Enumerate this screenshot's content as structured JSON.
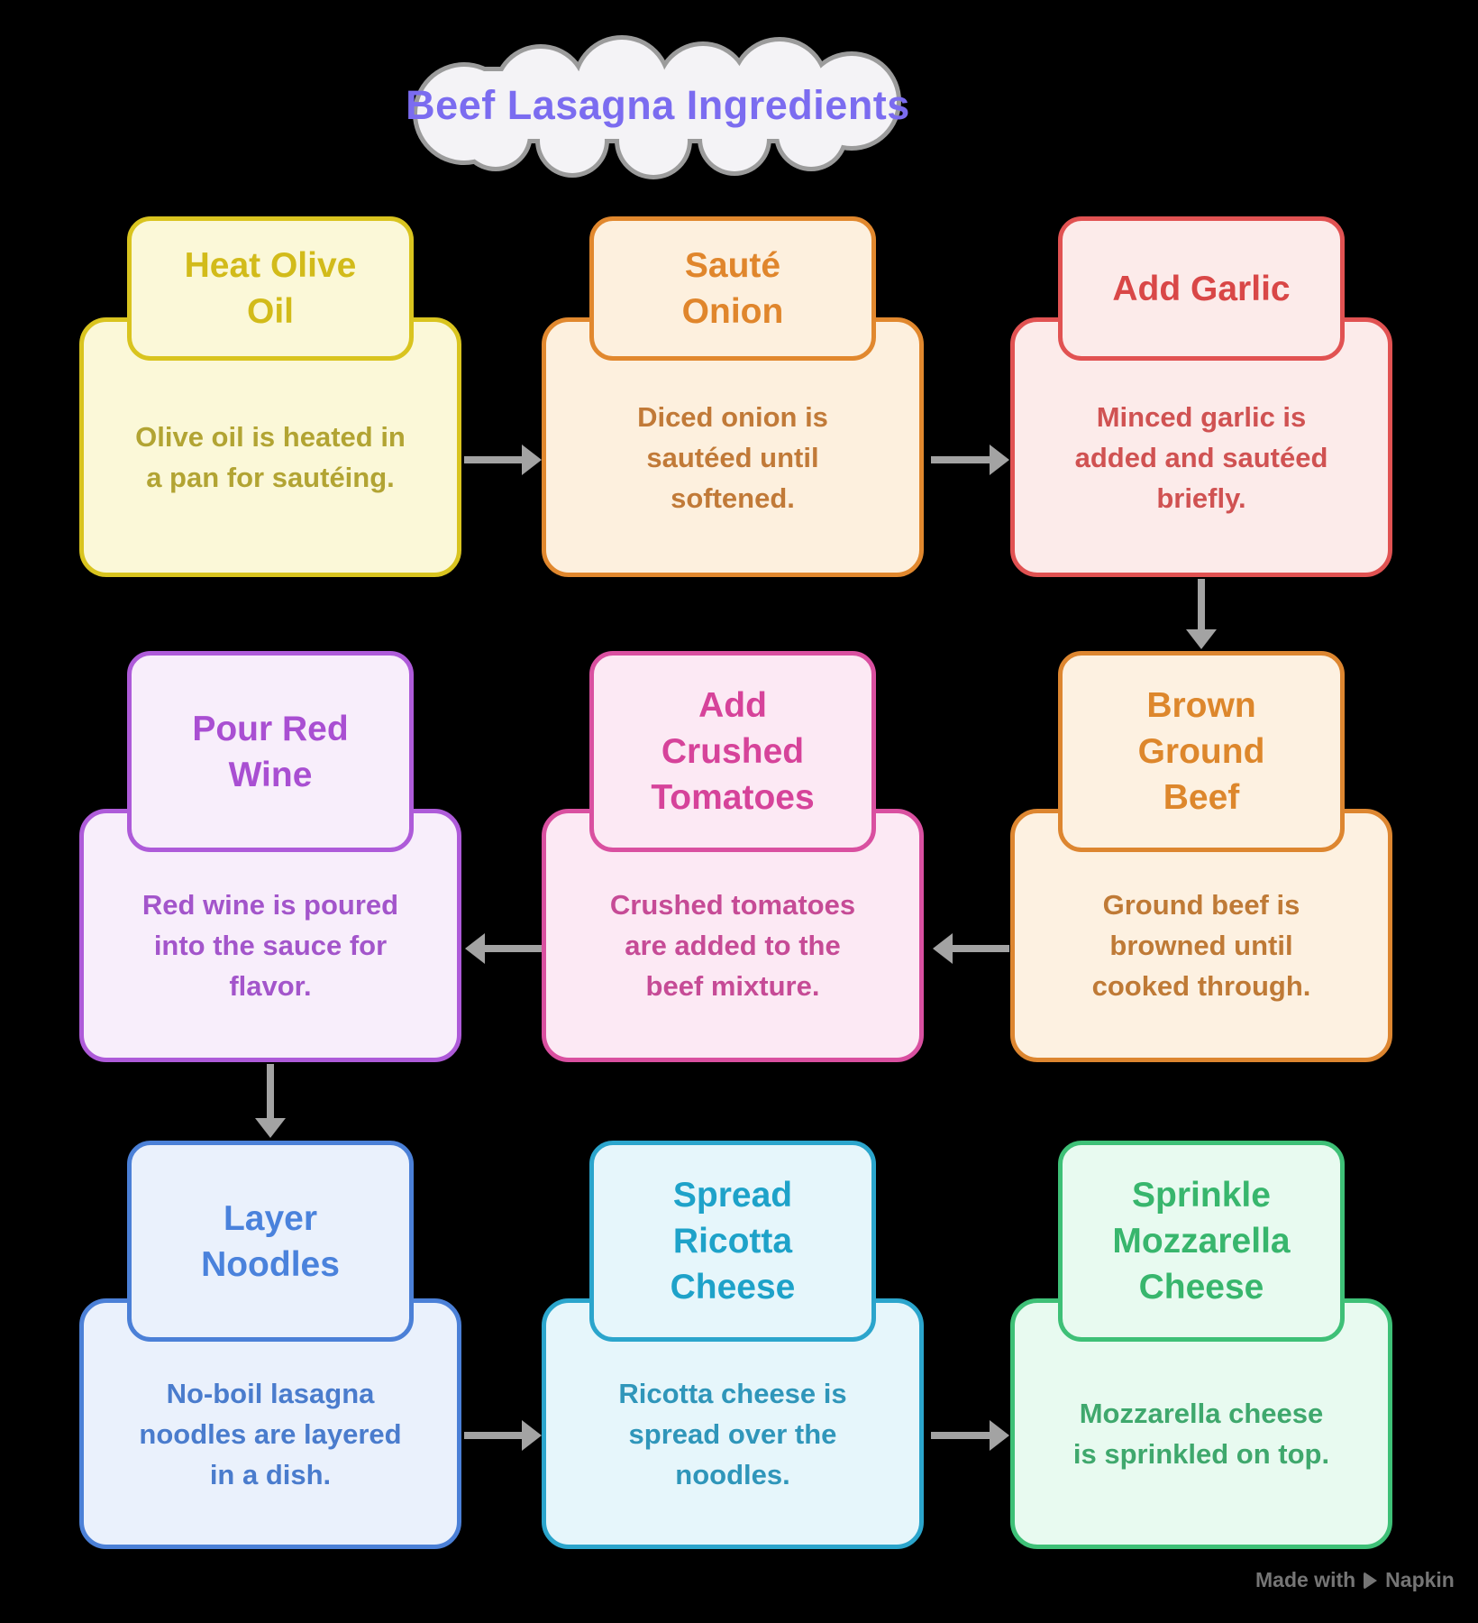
{
  "title": "Beef Lasagna Ingredients",
  "colors": {
    "background": "#000000",
    "title_text": "#7b6cf0",
    "cloud_fill": "#f4f3f6",
    "cloud_border": "#9b9b9b",
    "arrow": "#a3a3a3",
    "watermark": "#757575"
  },
  "watermark": {
    "prefix": "Made with",
    "brand": "Napkin"
  },
  "steps": [
    {
      "id": "heat-olive-oil",
      "col": 0,
      "row": 0,
      "title": "Heat Olive\nOil",
      "description": "Olive oil is heated in\na pan for sautéing.",
      "border": "#d9c41f",
      "fill": "#fbf8d8",
      "title_color": "#d2bb1a",
      "text_color": "#b2a433"
    },
    {
      "id": "saute-onion",
      "col": 1,
      "row": 0,
      "title": "Sauté\nOnion",
      "description": "Diced onion is\nsautéed until\nsoftened.",
      "border": "#e1882e",
      "fill": "#fdf0de",
      "title_color": "#e0862c",
      "text_color": "#c17a38"
    },
    {
      "id": "add-garlic",
      "col": 2,
      "row": 0,
      "title": "Add Garlic",
      "description": "Minced garlic is\nadded and sautéed\nbriefly.",
      "border": "#e15252",
      "fill": "#fcebea",
      "title_color": "#d94747",
      "text_color": "#d05252"
    },
    {
      "id": "pour-red-wine",
      "col": 0,
      "row": 1,
      "title": "Pour Red\nWine",
      "description": "Red wine is poured\ninto the sauce for\nflavor.",
      "border": "#ae5bd9",
      "fill": "#f8eefb",
      "title_color": "#a94fd2",
      "text_color": "#a355cb"
    },
    {
      "id": "add-crushed-tomatoes",
      "col": 1,
      "row": 1,
      "title": "Add\nCrushed\nTomatoes",
      "description": "Crushed tomatoes\nare added to the\nbeef mixture.",
      "border": "#d950a0",
      "fill": "#fce9f4",
      "title_color": "#d6439a",
      "text_color": "#c64b96"
    },
    {
      "id": "brown-ground-beef",
      "col": 2,
      "row": 1,
      "title": "Brown\nGround\nBeef",
      "description": "Ground beef is\nbrowned until\ncooked through.",
      "border": "#dd8630",
      "fill": "#fdf1e1",
      "title_color": "#dd872c",
      "text_color": "#bf7a36"
    },
    {
      "id": "layer-noodles",
      "col": 0,
      "row": 2,
      "title": "Layer\nNoodles",
      "description": "No-boil lasagna\nnoodles are layered\nin a dish.",
      "border": "#4b80d7",
      "fill": "#eaf1fc",
      "title_color": "#4a82dc",
      "text_color": "#4a7ccd"
    },
    {
      "id": "spread-ricotta-cheese",
      "col": 1,
      "row": 2,
      "title": "Spread\nRicotta\nCheese",
      "description": "Ricotta cheese is\nspread over the\nnoodles.",
      "border": "#2ba5cc",
      "fill": "#e6f6fb",
      "title_color": "#1ea2c9",
      "text_color": "#2f96ba"
    },
    {
      "id": "sprinkle-mozzarella-cheese",
      "col": 2,
      "row": 2,
      "title": "Sprinkle\nMozzarella\nCheese",
      "description": "Mozzarella cheese\nis sprinkled on top.",
      "border": "#3ec077",
      "fill": "#e8faf0",
      "title_color": "#38b66d",
      "text_color": "#3fa86d"
    }
  ],
  "flow": [
    {
      "from": "heat-olive-oil",
      "to": "saute-onion"
    },
    {
      "from": "saute-onion",
      "to": "add-garlic"
    },
    {
      "from": "add-garlic",
      "to": "brown-ground-beef"
    },
    {
      "from": "brown-ground-beef",
      "to": "add-crushed-tomatoes"
    },
    {
      "from": "add-crushed-tomatoes",
      "to": "pour-red-wine"
    },
    {
      "from": "pour-red-wine",
      "to": "layer-noodles"
    },
    {
      "from": "layer-noodles",
      "to": "spread-ricotta-cheese"
    },
    {
      "from": "spread-ricotta-cheese",
      "to": "sprinkle-mozzarella-cheese"
    }
  ]
}
